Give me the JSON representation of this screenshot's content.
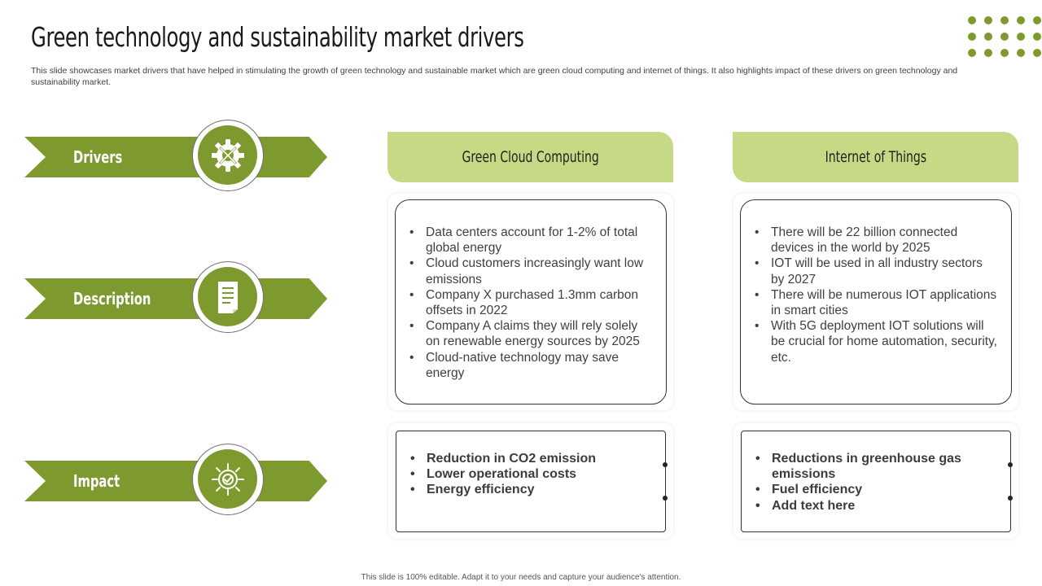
{
  "slide": {
    "title": "Green technology and sustainability market drivers",
    "subtitle": "This slide showcases market drivers that have helped in stimulating the growth of green technology and sustainable market which are green cloud computing and internet of things. It also highlights impact of these drivers on green technology and sustainability market.",
    "footer": "This slide is 100% editable. Adapt it to your needs and capture your audience's attention."
  },
  "rows": [
    {
      "label": "Drivers",
      "icon": "gear-tools-icon"
    },
    {
      "label": "Description",
      "icon": "document-icon"
    },
    {
      "label": "Impact",
      "icon": "target-gear-icon"
    }
  ],
  "columns": [
    {
      "header": "Green Cloud Computing",
      "description": [
        "Data centers account for 1-2% of total global energy",
        "Cloud customers increasingly want low emissions",
        "Company X purchased 1.3mm carbon offsets in 2022",
        "Company A claims they will rely solely on renewable energy sources by 2025",
        "Cloud-native technology may save energy"
      ],
      "impact": [
        "Reduction in CO2 emission",
        "Lower operational costs",
        "Energy efficiency"
      ]
    },
    {
      "header": "Internet of Things",
      "description": [
        "There will be 22 billion connected devices in the world by 2025",
        "IOT will be used in all industry sectors by 2027",
        "There will be numerous IOT applications in smart cities",
        "With 5G deployment IOT solutions will be crucial for home automation, security, etc."
      ],
      "impact": [
        "Reductions in greenhouse gas emissions",
        "Fuel efficiency",
        "Add text here"
      ]
    }
  ],
  "colors": {
    "accent": "#7e9a2f",
    "header_fill": "#c6d984"
  }
}
